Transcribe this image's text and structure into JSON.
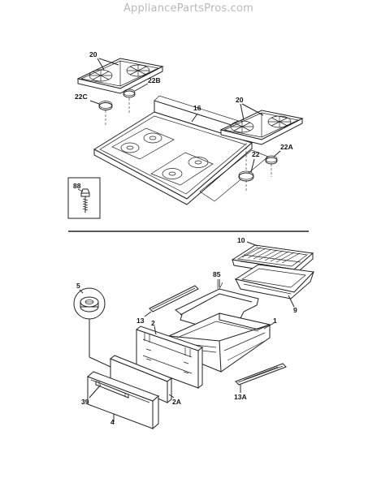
{
  "watermark": "AppliancePartsPros.com",
  "labels": {
    "grate_left": "20",
    "grate_right": "20",
    "cap_22b": "22B",
    "cap_22c": "22C",
    "cooktop": "16",
    "cap_22": "22",
    "cap_22a": "22A",
    "screw": "88",
    "broiler_pan_insert": "10",
    "broiler_pan": "9",
    "drawer_frame": "85",
    "drawer_body": "1",
    "drawer_back": "2",
    "drawer_panel": "2A",
    "drawer_front": "4",
    "handle": "39",
    "knob": "5",
    "slide_left": "13",
    "slide_right": "13A"
  }
}
